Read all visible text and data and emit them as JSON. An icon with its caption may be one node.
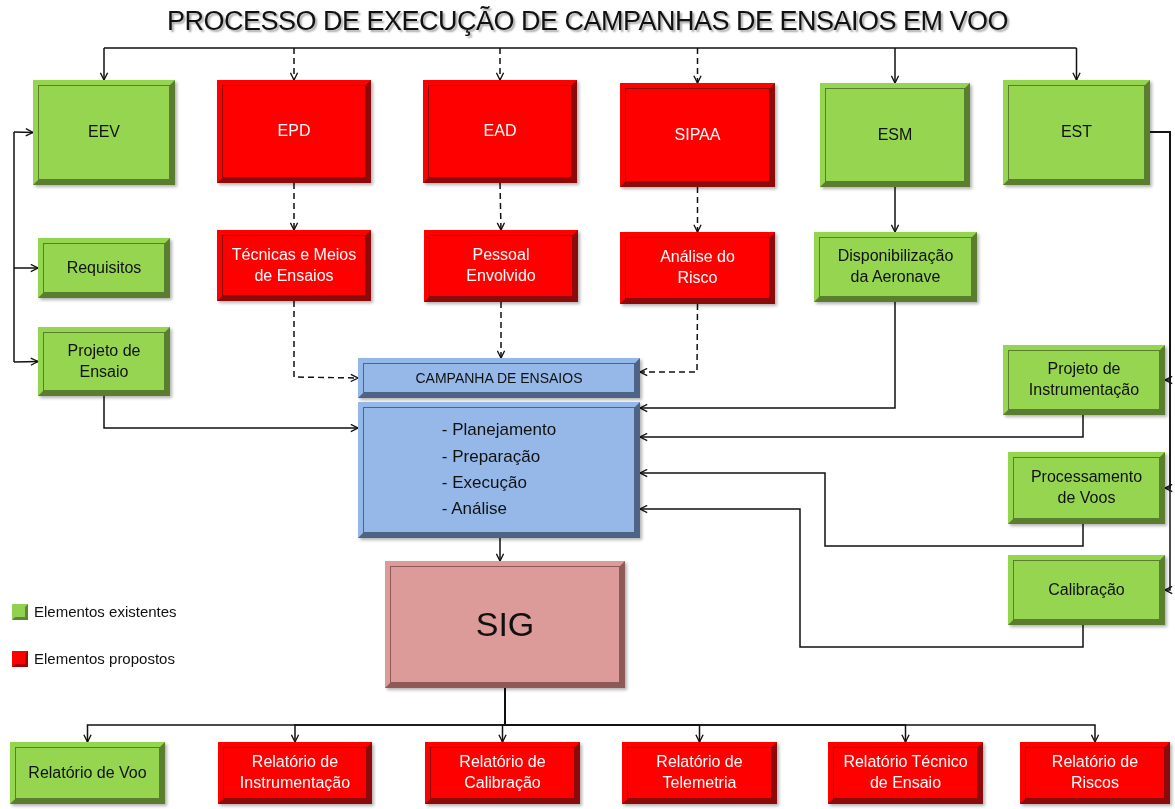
{
  "diagram": {
    "title": "PROCESSO DE EXECUÇÃO DE CAMPANHAS DE ENSAIOS EM VOO",
    "nodes": [
      {
        "text": [
          "EEV"
        ]
      },
      {
        "text": [
          "EPD"
        ]
      },
      {
        "text": [
          "EAD"
        ]
      },
      {
        "text": [
          "SIPAA"
        ]
      },
      {
        "text": [
          "ESM"
        ]
      },
      {
        "text": [
          "EST"
        ]
      },
      {
        "text": [
          "Requisitos"
        ]
      },
      {
        "text": [
          "Técnicas e Meios de Ensaios"
        ]
      },
      {
        "text": [
          "Pessoal Envolvido"
        ]
      },
      {
        "text": [
          "Análise do Risco"
        ]
      },
      {
        "text": [
          "Disponibilização da Aeronave"
        ]
      },
      {
        "text": [
          "Projeto de Ensaio"
        ]
      },
      {
        "text": [
          "CAMPANHA DE ENSAIOS"
        ]
      },
      {
        "text": [
          "- Planejamento",
          "- Preparação",
          "- Execução",
          "- Análise"
        ]
      },
      {
        "text": [
          "Projeto de Instrumentação"
        ]
      },
      {
        "text": [
          "Processamento de Voos"
        ]
      },
      {
        "text": [
          "Calibração"
        ]
      },
      {
        "text": [
          "SIG"
        ]
      },
      {
        "text": [
          "Relatório de Voo"
        ]
      },
      {
        "text": [
          "Relatório de Instrumentação"
        ]
      },
      {
        "text": [
          "Relatório de Calibração"
        ]
      },
      {
        "text": [
          "Relatório de Telemetria"
        ]
      },
      {
        "text": [
          "Relatório Técnico de Ensaio"
        ]
      },
      {
        "text": [
          "Relatório de Riscos"
        ]
      }
    ],
    "edges": [
      {
        "from": null,
        "to": 0,
        "arrow": "to"
      },
      {
        "from": null,
        "to": 1,
        "arrow": "to",
        "style": "dashed"
      },
      {
        "from": null,
        "to": 2,
        "arrow": "to",
        "style": "dashed"
      },
      {
        "from": null,
        "to": 3,
        "arrow": "to",
        "style": "dashed"
      },
      {
        "from": null,
        "to": 4,
        "arrow": "to"
      },
      {
        "from": null,
        "to": 5,
        "arrow": "to"
      },
      {
        "from": 1,
        "to": 7,
        "arrow": "to",
        "style": "dashed"
      },
      {
        "from": 2,
        "to": 8,
        "arrow": "to",
        "style": "dashed"
      },
      {
        "from": 3,
        "to": 9,
        "arrow": "to",
        "style": "dashed"
      },
      {
        "from": 4,
        "to": 10,
        "arrow": "to"
      },
      {
        "from": null,
        "to": 0,
        "arrow": "to"
      },
      {
        "from": null,
        "to": 6,
        "arrow": "to"
      },
      {
        "from": null,
        "to": 11,
        "arrow": "to"
      },
      {
        "from": 7,
        "to": 12,
        "arrow": "to",
        "style": "dashed"
      },
      {
        "from": 8,
        "to": 12,
        "arrow": "to",
        "style": "dashed"
      },
      {
        "from": 9,
        "to": 12,
        "arrow": "to",
        "style": "dashed"
      },
      {
        "from": 10,
        "to": 13,
        "arrow": "to"
      },
      {
        "from": 11,
        "to": 13,
        "arrow": "to"
      },
      {
        "from": 5,
        "to": 14,
        "arrow": "to"
      },
      {
        "from": 5,
        "to": 15,
        "arrow": "to"
      },
      {
        "from": 5,
        "to": 16,
        "arrow": "to"
      },
      {
        "from": 14,
        "to": 13,
        "arrow": "to"
      },
      {
        "from": 15,
        "to": 13,
        "arrow": "to"
      },
      {
        "from": 16,
        "to": 13,
        "arrow": "to"
      },
      {
        "from": 13,
        "to": 17,
        "arrow": "to"
      },
      {
        "from": 17,
        "to": 18,
        "arrow": "to"
      },
      {
        "from": 17,
        "to": 19,
        "arrow": "to"
      },
      {
        "from": 17,
        "to": 20,
        "arrow": "to"
      },
      {
        "from": 17,
        "to": 21,
        "arrow": "to"
      },
      {
        "from": 17,
        "to": 22,
        "arrow": "to"
      },
      {
        "from": 17,
        "to": 23,
        "arrow": "to"
      }
    ],
    "legend": [
      {
        "text": "Elementos existentes",
        "color": "#92d050"
      },
      {
        "text": "Elementos propostos",
        "color": "#ff0000"
      }
    ]
  }
}
